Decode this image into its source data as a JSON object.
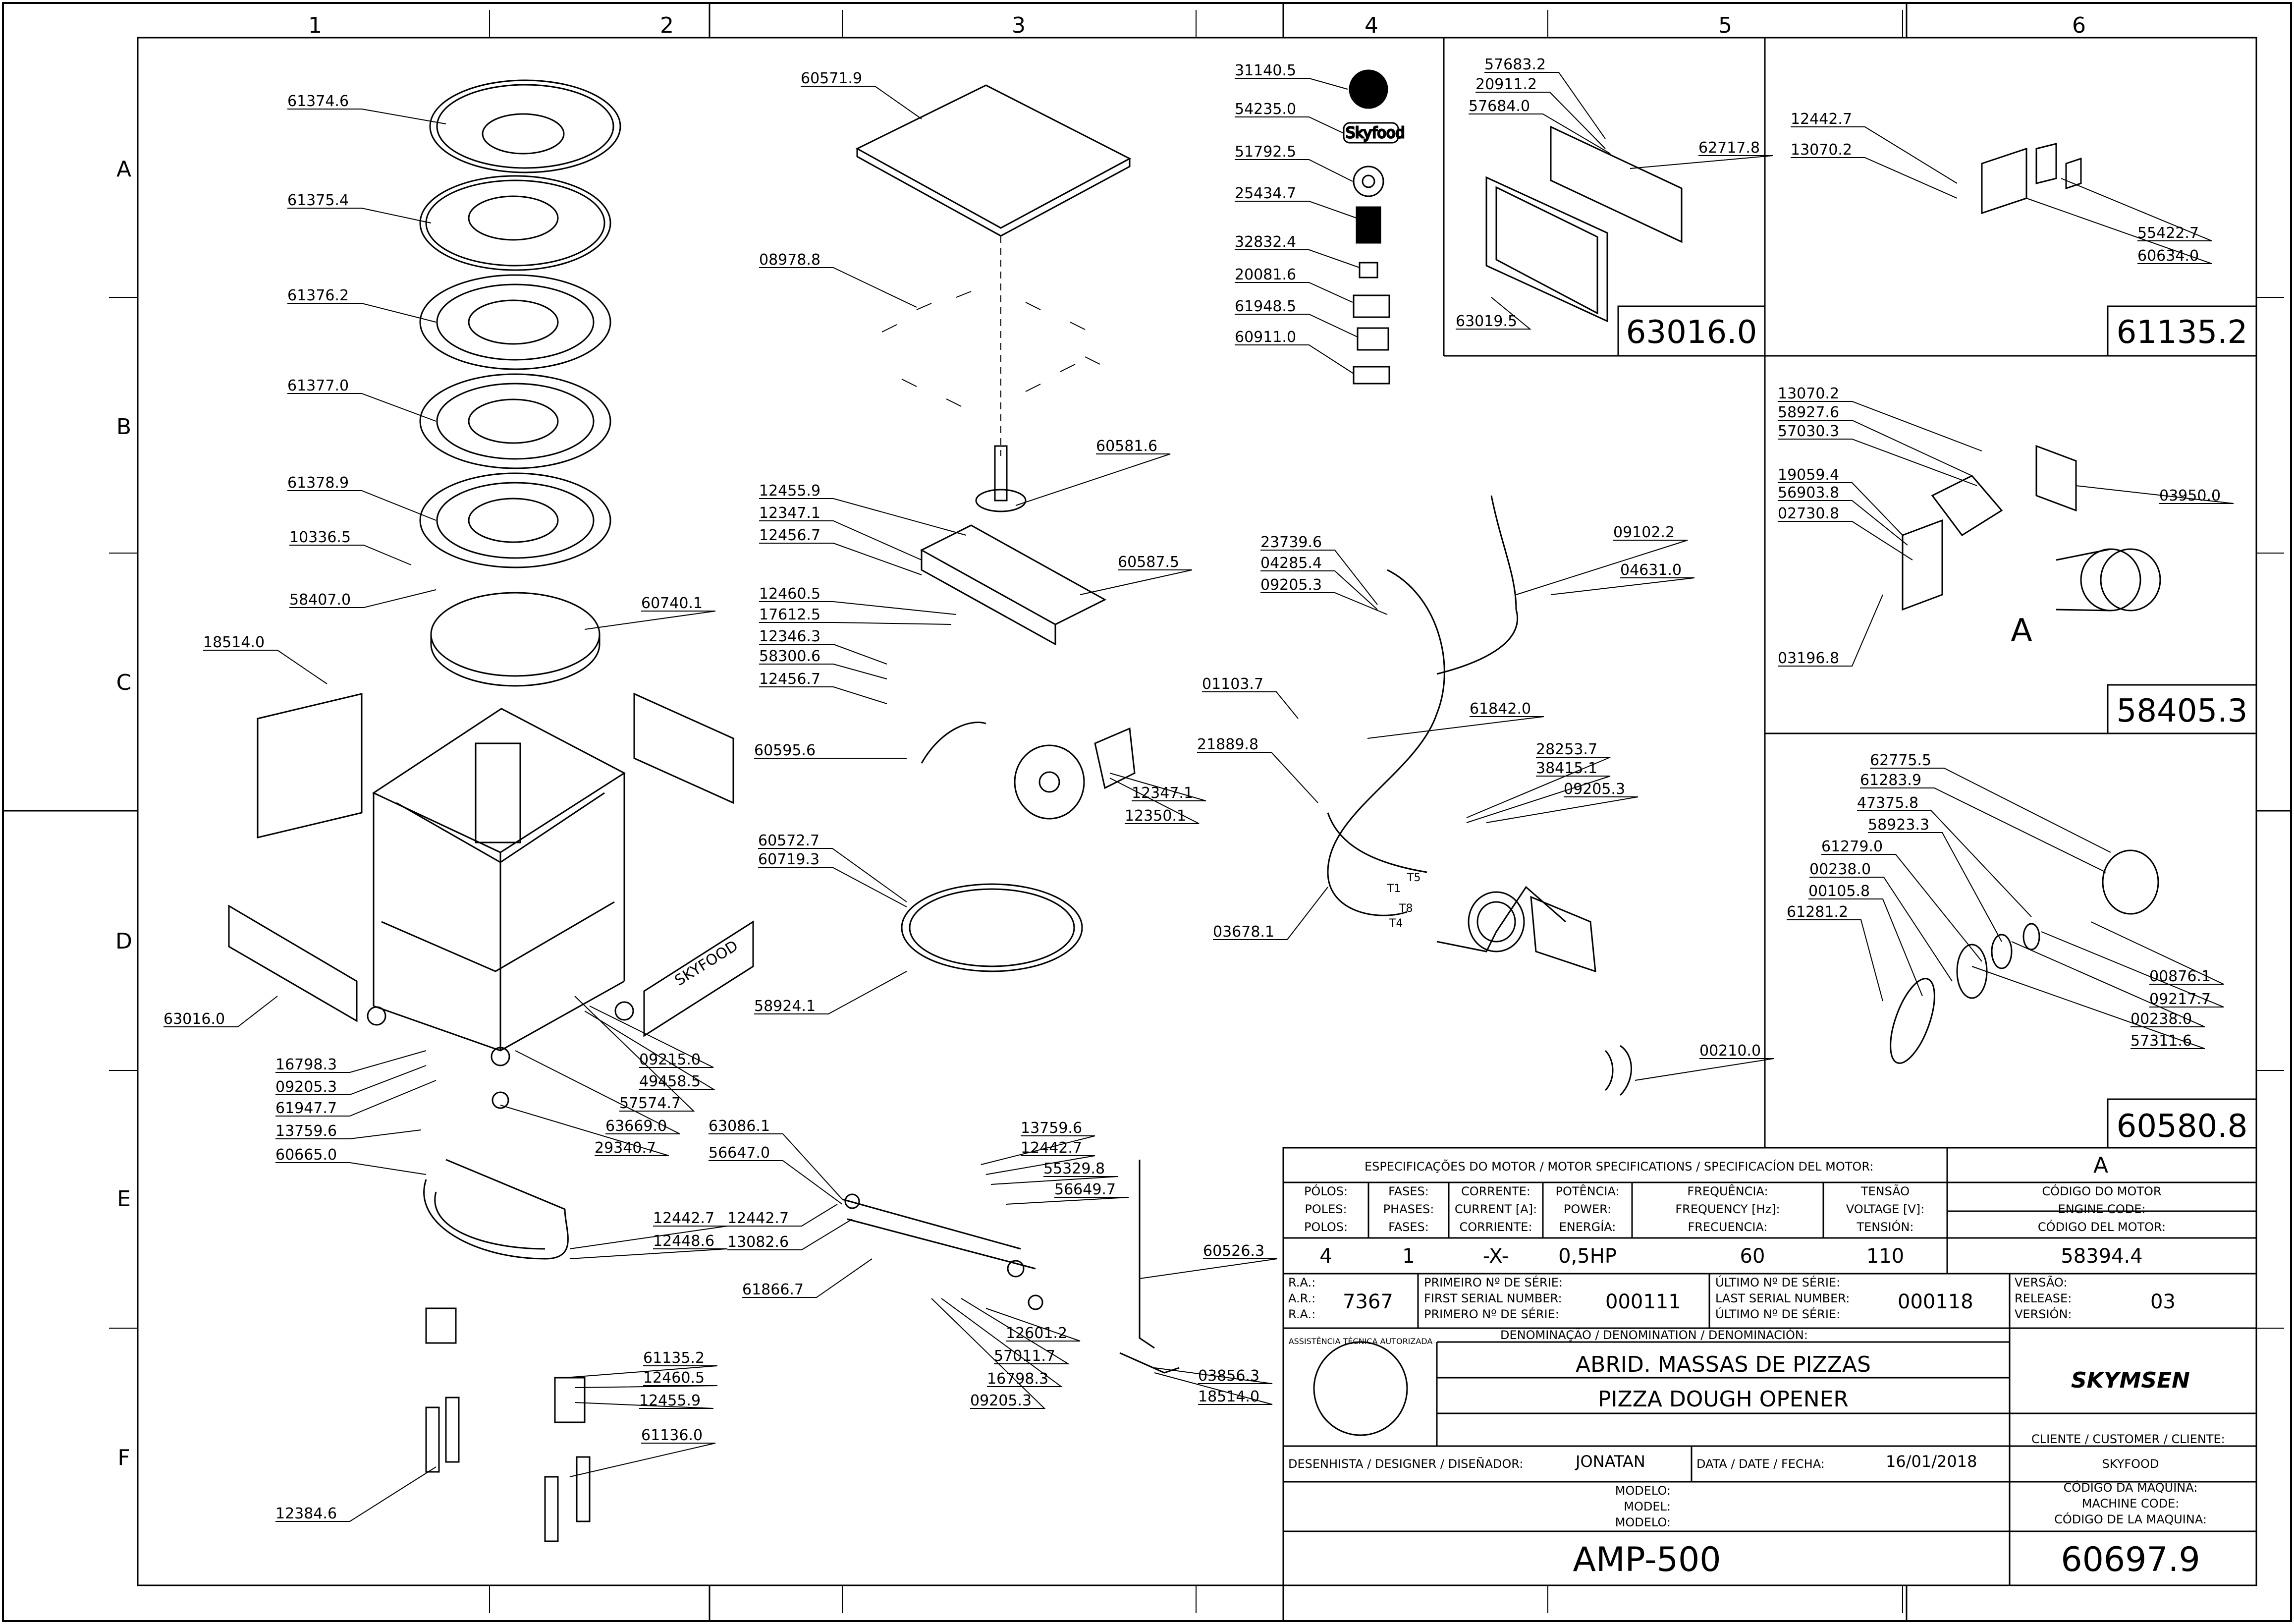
{
  "grid": {
    "columns": [
      "1",
      "2",
      "3",
      "4",
      "5",
      "6"
    ],
    "rows": [
      "A",
      "B",
      "C",
      "D",
      "E",
      "F"
    ]
  },
  "labels": [
    "61374.6",
    "61375.4",
    "61376.2",
    "61377.0",
    "61378.9",
    "10336.5",
    "58407.0",
    "60740.1",
    "18514.0",
    "63016.0",
    "16798.3",
    "09205.3",
    "61947.7",
    "13759.6",
    "60665.0",
    "09215.0",
    "49458.5",
    "57574.7",
    "63669.0",
    "29340.7",
    "12442.7",
    "12448.6",
    "61135.2",
    "12460.5",
    "12455.9",
    "61136.0",
    "12384.6",
    "60571.9",
    "08978.8",
    "60581.6",
    "12455.9",
    "12347.1",
    "12456.7",
    "60587.5",
    "12460.5",
    "17612.5",
    "12346.3",
    "58300.6",
    "12456.7",
    "60595.6",
    "12347.1",
    "12350.1",
    "60572.7",
    "60719.3",
    "58924.1",
    "63086.1",
    "56647.0",
    "12442.7",
    "13082.6",
    "61866.7",
    "13759.6",
    "12442.7",
    "55329.8",
    "56649.7",
    "12601.2",
    "57011.7",
    "16798.3",
    "09205.3",
    "60526.3",
    "03856.3",
    "18514.0",
    "31140.5",
    "54235.0",
    "51792.5",
    "25434.7",
    "32832.4",
    "20081.6",
    "61948.5",
    "60911.0",
    "23739.6",
    "04285.4",
    "09205.3",
    "09102.2",
    "04631.0",
    "01103.7",
    "61842.0",
    "21889.8",
    "28253.7",
    "38415.1",
    "09205.3",
    "03678.1",
    "00210.0",
    "57683.2",
    "20911.2",
    "57684.0",
    "62717.8",
    "63019.5",
    "12442.7",
    "13070.2",
    "55422.7",
    "60634.0",
    "13070.2",
    "58927.6",
    "57030.3",
    "19059.4",
    "56903.8",
    "02730.8",
    "03950.0",
    "03196.8",
    "62775.5",
    "61283.9",
    "47375.8",
    "58923.3",
    "61279.0",
    "00238.0",
    "00105.8",
    "61281.2",
    "00876.1",
    "09217.7",
    "00238.0",
    "57311.6"
  ],
  "wire_labels": [
    "T5",
    "T1",
    "T8",
    "T4"
  ],
  "detail_ids": {
    "panel": "63016.0",
    "bracket": "61135.2",
    "motor_group": "58405.3",
    "pulley_group": "60580.8",
    "detail_letter": "A"
  },
  "logo_text": "Skyfood",
  "base_brand": "SKYFOOD",
  "title_block": {
    "spec_header": "ESPECIFICAÇÕES DO MOTOR / MOTOR SPECIFICATIONS / SPECIFICACÍON DEL MOTOR:",
    "spec_letter": "A",
    "columns": [
      {
        "l1": "PÓLOS:",
        "l2": "POLES:",
        "l3": "POLOS:",
        "value": "4"
      },
      {
        "l1": "FASES:",
        "l2": "PHASES:",
        "l3": "FASES:",
        "value": "1"
      },
      {
        "l1": "CORRENTE:",
        "l2": "CURRENT [A]:",
        "l3": "CORRIENTE:",
        "value": "-X-"
      },
      {
        "l1": "POTÊNCIA:",
        "l2": "POWER:",
        "l3": "ENERGÍA:",
        "value": "0,5HP"
      },
      {
        "l1": "FREQUÊNCIA:",
        "l2": "FREQUENCY [Hz]:",
        "l3": "FRECUENCIA:",
        "value": "60"
      },
      {
        "l1": "TENSÃO",
        "l2": "VOLTAGE [V]:",
        "l3": "TENSIÓN:",
        "value": "110"
      }
    ],
    "engine_code_l1": "CÓDIGO DO MOTOR",
    "engine_code_l2": "ENGINE CODE:",
    "engine_code_l3": "CÓDIGO DEL MOTOR:",
    "engine_code": "58394.4",
    "ra_l1": "R.A.:",
    "ra_l2": "A.R.:",
    "ra_l3": "R.A.:",
    "ra_value": "7367",
    "first_serial_l1": "PRIMEIRO Nº DE SÉRIE:",
    "first_serial_l2": "FIRST SERIAL NUMBER:",
    "first_serial_l3": "PRIMERO Nº DE SÉRIE:",
    "first_serial": "000111",
    "last_serial_l1": "ÚLTIMO Nº DE SÉRIE:",
    "last_serial_l2": "LAST SERIAL NUMBER:",
    "last_serial_l3": "ÚLTIMO Nº DE SÉRIE:",
    "last_serial": "000118",
    "version_l1": "VERSÃO:",
    "version_l2": "RELEASE:",
    "version_l3": "VERSIÓN:",
    "version": "03",
    "denomination_label": "DENOMINAÇÃO / DENOMINATION / DENOMINACIÓN:",
    "name_pt": "ABRID. MASSAS DE PIZZAS",
    "name_en": "PIZZA DOUGH OPENER",
    "brand": "SKYMSEN",
    "seal_text": "ASSISTÊNCIA TÉCNICA AUTORIZADA",
    "customer_label": "CLIENTE / CUSTOMER / CLIENTE:",
    "customer": "SKYFOOD",
    "designer_label": "DESENHISTA / DESIGNER / DISEÑADOR:",
    "designer": "JONATAN",
    "date_label": "DATA / DATE / FECHA:",
    "date": "16/01/2018",
    "model_l1": "MODELO:",
    "model_l2": "MODEL:",
    "model_l3": "MODELO:",
    "machine_code_l1": "CÓDIGO DA MÁQUINA:",
    "machine_code_l2": "MACHINE CODE:",
    "machine_code_l3": "CÓDIGO DE LA MAQUINA:",
    "model": "AMP-500",
    "machine_code": "60697.9"
  }
}
